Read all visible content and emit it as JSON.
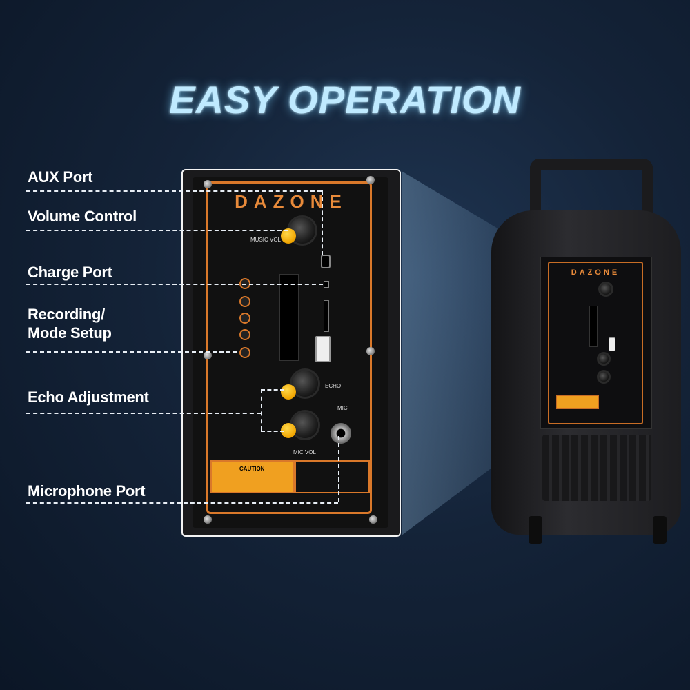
{
  "title": "EASY OPERATION",
  "callouts": [
    {
      "name": "aux-port",
      "label": "AUX Port"
    },
    {
      "name": "volume-control",
      "label": "Volume Control"
    },
    {
      "name": "charge-port",
      "label": "Charge Port"
    },
    {
      "name": "recording-mode",
      "label": "Recording/\nMode Setup"
    },
    {
      "name": "echo-adjustment",
      "label": "Echo Adjustment"
    },
    {
      "name": "microphone-port",
      "label": "Microphone Port"
    }
  ],
  "panel": {
    "brand": "DAZONE",
    "labels": {
      "music_vol": "MUSIC VOL",
      "echo": "ECHO",
      "mic_vol": "MIC VOL",
      "mic": "MIC",
      "caution": "CAUTION"
    }
  },
  "speaker": {
    "brand": "DAZONE"
  },
  "colors": {
    "accent": "#d9782a",
    "knob": "#f0a400",
    "title_glow": "#bfeaff"
  }
}
